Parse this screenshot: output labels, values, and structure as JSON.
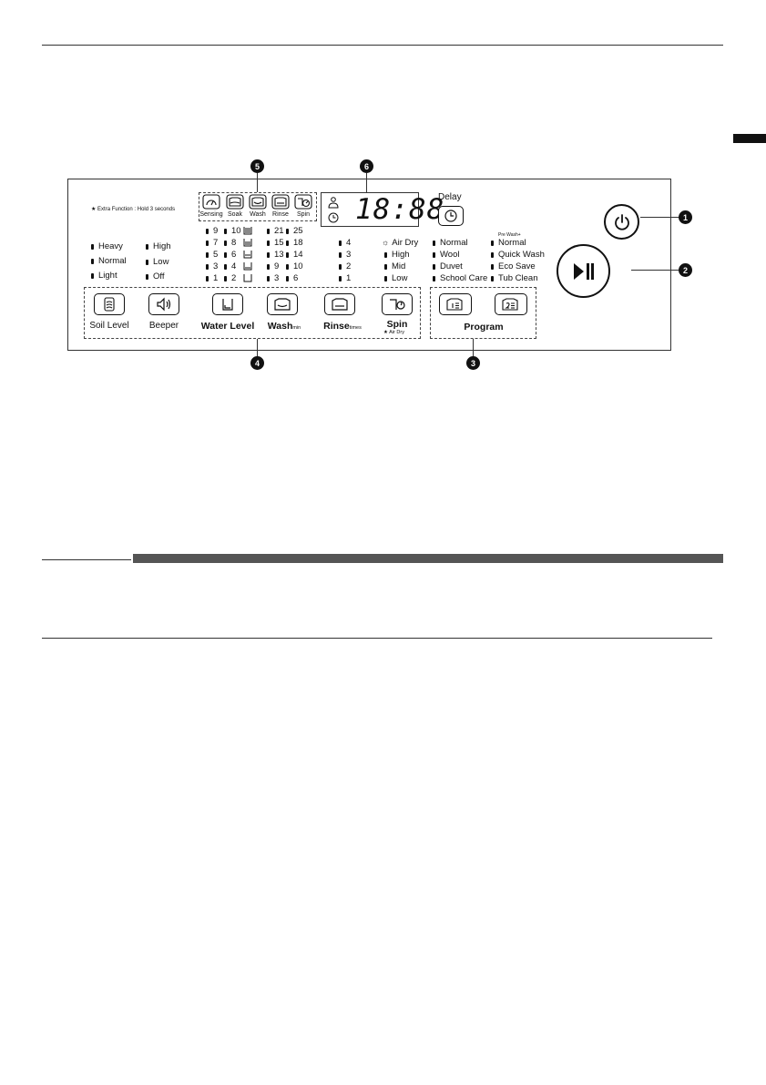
{
  "panel": {
    "extra_function_note": "★ Extra Function : Hold 3 seconds",
    "steps": [
      "Sensing",
      "Soak",
      "Wash",
      "Rinse",
      "Spin"
    ],
    "display_digits": "18:88",
    "delay_label": "Delay",
    "soil_levels": [
      "Heavy",
      "Normal",
      "Light"
    ],
    "beeper_levels": [
      "High",
      "Low",
      "Off"
    ],
    "water_col1": [
      "9",
      "7",
      "5",
      "3",
      "1"
    ],
    "water_col2": [
      "10",
      "8",
      "6",
      "4",
      "2"
    ],
    "wash_col1": [
      "21",
      "15",
      "13",
      "9",
      "3"
    ],
    "wash_col2": [
      "25",
      "18",
      "14",
      "10",
      "6"
    ],
    "rinse_levels": [
      "4",
      "3",
      "2",
      "1"
    ],
    "spin_levels": [
      "Air Dry",
      "High",
      "Mid",
      "Low"
    ],
    "program_col1": [
      "Normal",
      "Wool",
      "Duvet",
      "School Care"
    ],
    "program_col2_prefix": "Pre Wash+",
    "program_col2": [
      "Normal",
      "Quick Wash",
      "Eco Save",
      "Tub Clean"
    ],
    "buttons": {
      "soil_level": "Soil Level",
      "beeper": "Beeper",
      "water_level": "Water Level",
      "wash": "Wash",
      "wash_sub": "min",
      "rinse": "Rinse",
      "rinse_sub": "times",
      "spin": "Spin",
      "spin_sub": "★ Air Dry",
      "program": "Program"
    },
    "callouts": [
      "1",
      "2",
      "3",
      "4",
      "5",
      "6"
    ]
  }
}
